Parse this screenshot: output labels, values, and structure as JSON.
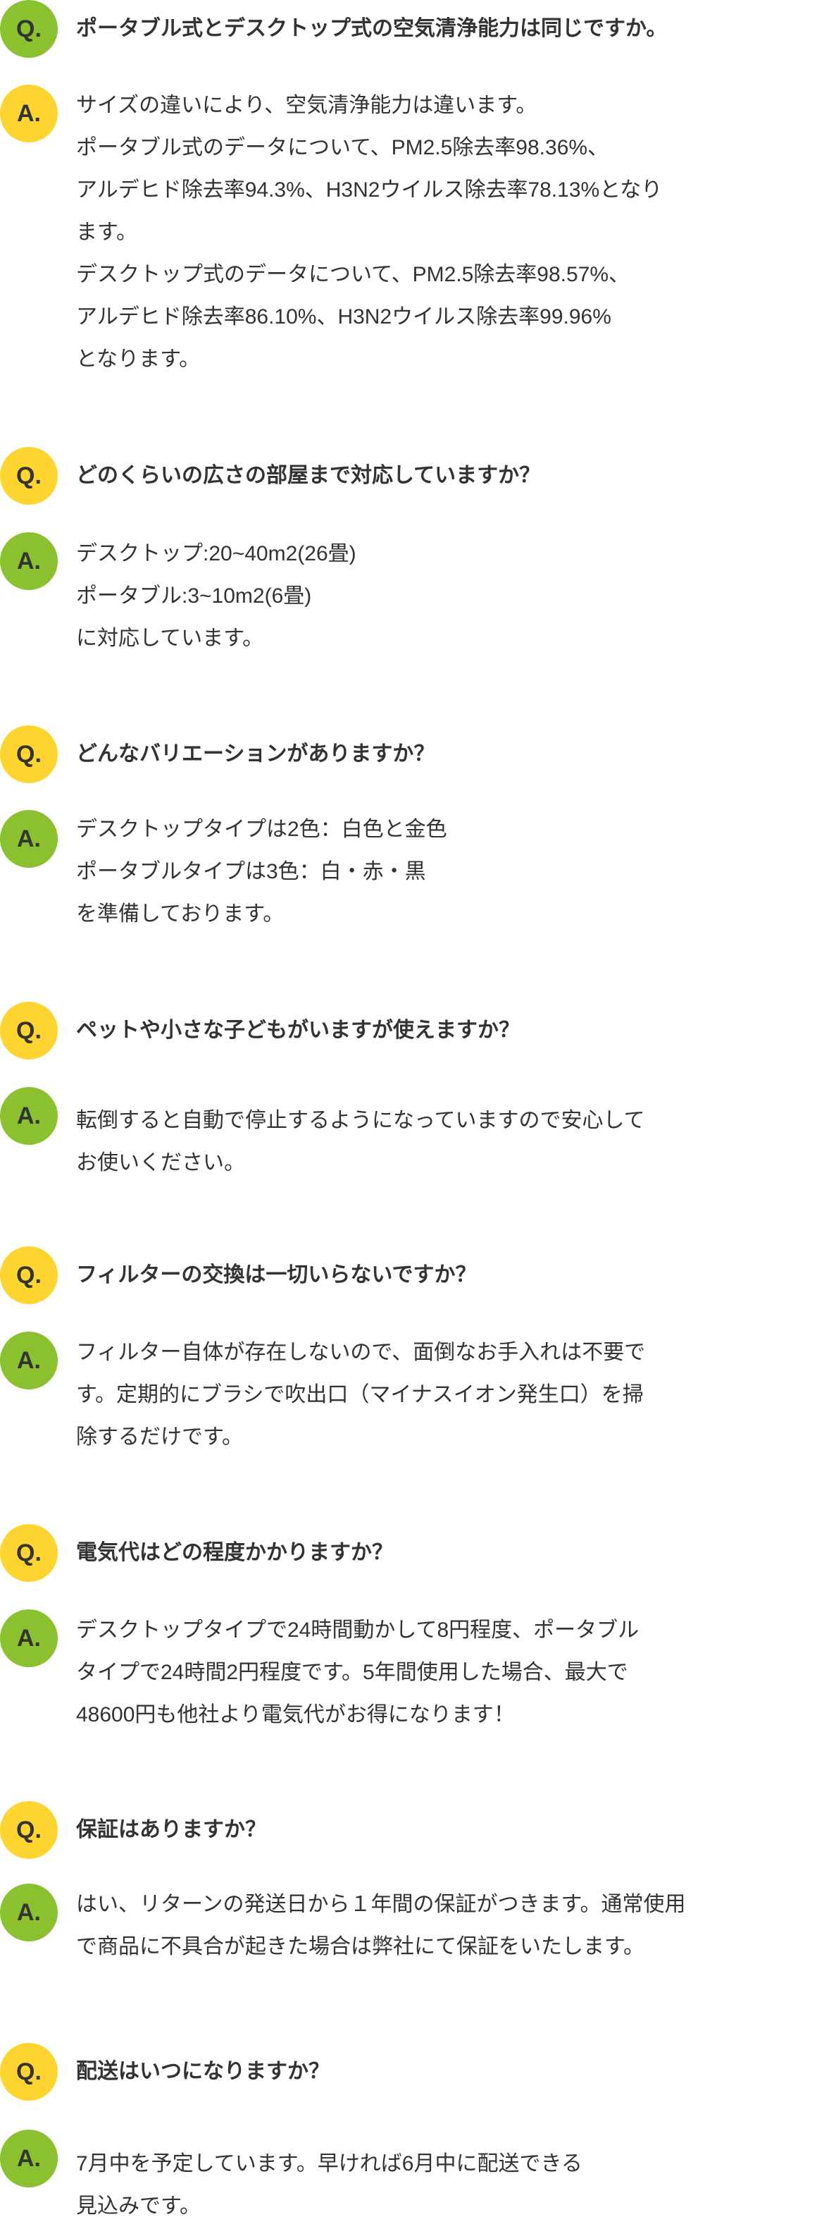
{
  "q_label": "Q.",
  "a_label": "A.",
  "colors": {
    "green": "#8bc12e",
    "yellow": "#fed530",
    "text": "#333333"
  },
  "faq": [
    {
      "question": "ポータブル式とデスクトップ式の空気清浄能力は同じですか。",
      "answer": [
        "サイズの違いにより、空気清浄能力は違います。",
        "ポータブル式のデータについて、PM2.5除去率98.36%、",
        "アルデヒド除去率94.3%、H3N2ウイルス除去率78.13%となり",
        "ます。",
        "デスクトップ式のデータについて、PM2.5除去率98.57%、",
        "アルデヒド除去率86.10%、H3N2ウイルス除去率99.96%",
        "となります。"
      ]
    },
    {
      "question": "どのくらいの広さの部屋まで対応していますか？",
      "answer": [
        "デスクトップ:20~40m2(26畳)",
        "ポータブル:3~10m2(6畳)",
        "に対応しています。"
      ]
    },
    {
      "question": "どんなバリエーションがありますか？",
      "answer": [
        "デスクトップタイプは2色：白色と金色",
        "ポータブルタイプは3色：白・赤・黒",
        "を準備しております。"
      ]
    },
    {
      "question": "ペットや小さな子どもがいますが使えますか？",
      "answer": [
        "転倒すると自動で停止するようになっていますので安心して",
        "お使いください。"
      ]
    },
    {
      "question": "フィルターの交換は一切いらないですか？",
      "answer": [
        "フィルター自体が存在しないので、面倒なお手入れは不要で",
        "す。定期的にブラシで吹出口（マイナスイオン発生口）を掃",
        "除するだけです。"
      ]
    },
    {
      "question": "電気代はどの程度かかりますか？",
      "answer": [
        "デスクトップタイプで24時間動かして8円程度、ポータブル",
        "タイプで24時間2円程度です。5年間使用した場合、最大で",
        "48600円も他社より電気代がお得になります！"
      ]
    },
    {
      "question": "保証はありますか？",
      "answer": [
        "はい、リターンの発送日から１年間の保証がつきます。通常使用",
        "で商品に不具合が起きた場合は弊社にて保証をいたします。"
      ]
    },
    {
      "question": "配送はいつになりますか？",
      "answer": [
        "7月中を予定しています。早ければ6月中に配送できる",
        "見込みです。"
      ]
    }
  ]
}
